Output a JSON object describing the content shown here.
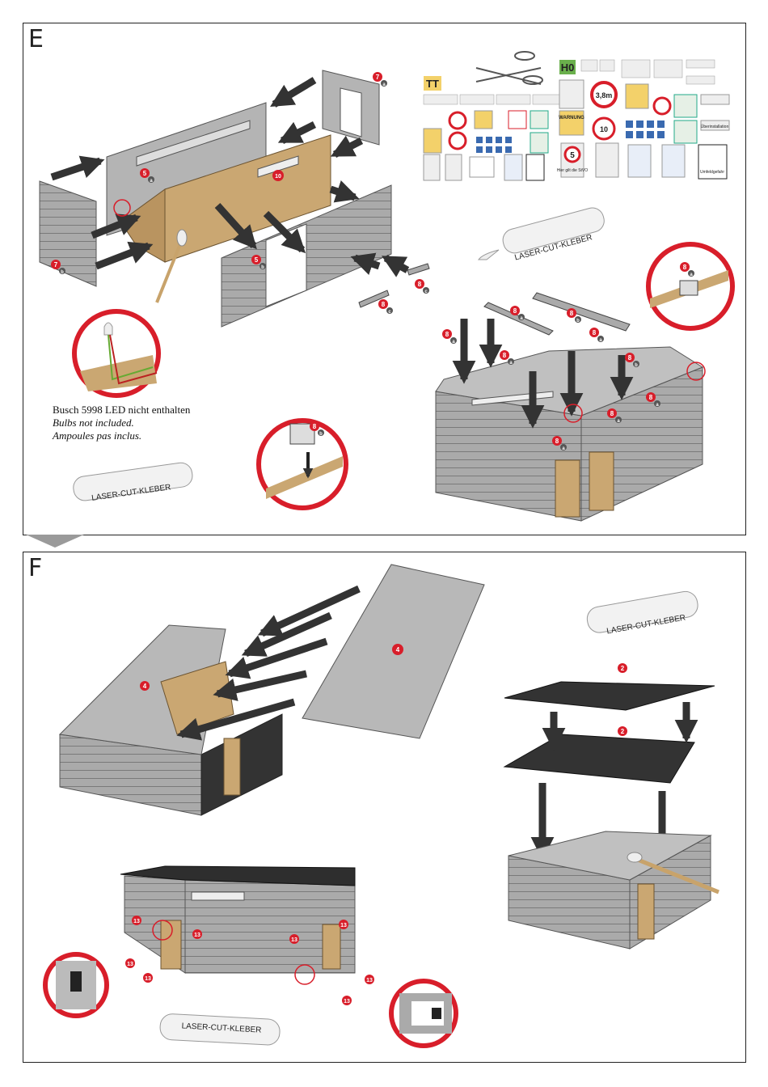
{
  "panels": [
    {
      "letter": "E"
    },
    {
      "letter": "F"
    }
  ],
  "glue_label": "LASER-CUT-KLEBER",
  "led_note": {
    "de": "Busch 5998 LED nicht enthalten",
    "en": "Bulbs not included.",
    "fr": "Ampoules pas inclus."
  },
  "scale_badges": {
    "tt": "TT",
    "h0": "H0"
  },
  "signs": {
    "speed": "5",
    "speed_limit": "10",
    "height": "3,8m",
    "stvo": "Hier gilt die StVO",
    "warning": "WARNUNG",
    "installation": "Überinstallation",
    "umfeld": "Umfeldgefahr"
  },
  "part_labels": {
    "p2": "2",
    "p4": "4",
    "p5": "5",
    "p7": "7",
    "p8": "8",
    "p10": "10",
    "p13": "13",
    "a": "a",
    "b": "b",
    "c": "c"
  },
  "colors": {
    "part_badge": "#d81e2a",
    "detail_ring": "#d81e2a",
    "wall": "#a9a9a9",
    "wood": "#caa772",
    "roof": "#2e2e2e",
    "arrow": "#333333"
  }
}
